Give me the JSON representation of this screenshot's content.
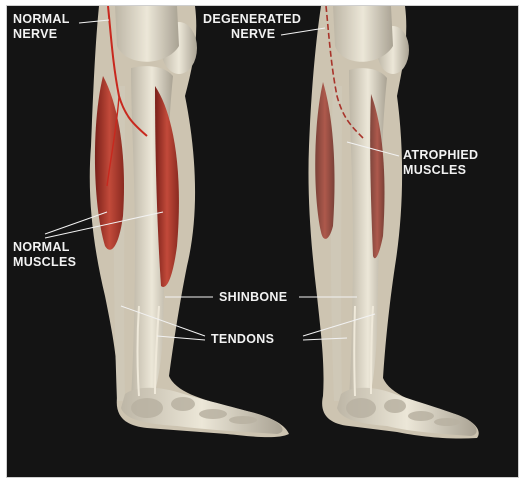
{
  "labels": {
    "normal_nerve": [
      "NORMAL",
      "NERVE"
    ],
    "degenerated_nerve": [
      "DEGENERATED",
      "NERVE"
    ],
    "atrophied_muscles": [
      "ATROPHIED",
      "MUSCLES"
    ],
    "normal_muscles": [
      "NORMAL",
      "MUSCLES"
    ],
    "shinbone": "SHINBONE",
    "tendons": "TENDONS"
  },
  "colors": {
    "background": "#141414",
    "bone": "#e6e0d0",
    "muscle_normal": "#b83a2e",
    "muscle_atrophied": "#9c3a30",
    "nerve": "#c8281e",
    "label_text": "#f2f2f2"
  }
}
